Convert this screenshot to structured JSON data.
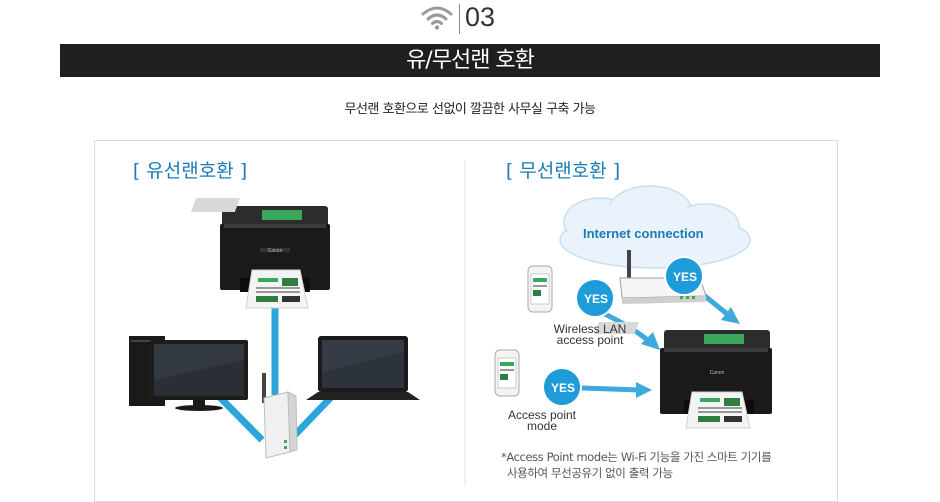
{
  "header": {
    "icon": "wifi-icon",
    "number": "03"
  },
  "title": "유/무선랜 호환",
  "subtitle": "무선랜 호환으로 선없이 깔끔한 사무실 구축 가능",
  "left": {
    "title": "[ 유선랜호환 ]",
    "devices": [
      "desktop-computer-icon",
      "printer-icon",
      "router-icon",
      "laptop-icon"
    ]
  },
  "right": {
    "title": "[ 무선랜호환 ]",
    "cloud_label": "Internet connection",
    "wireless_label_1": "Wireless LAN",
    "wireless_label_2": "access point",
    "ap_label_1": "Access point",
    "ap_label_2": "mode",
    "yes_1": "YES",
    "yes_2": "YES",
    "yes_3": "YES",
    "footnote_1": "*Access Point mode는 Wi-Fi 기능을 가진 스마트 기기를",
    "footnote_2": "사용하여 무선공유기 없이 출력 가능"
  },
  "colors": {
    "accent": "#1a7bb5",
    "cable": "#2ba6dc",
    "bubble": "#1e9bd8",
    "bar": "#1f1f1f"
  }
}
